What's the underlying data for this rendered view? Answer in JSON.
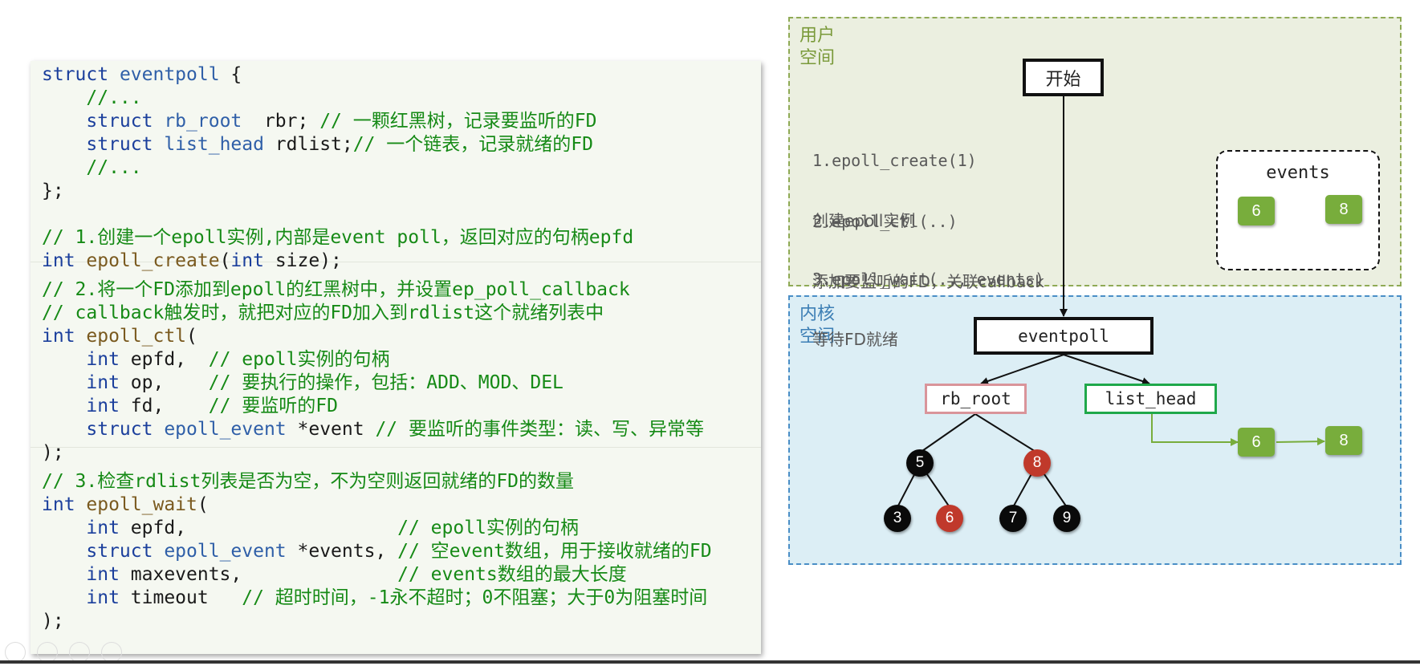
{
  "code_lines": [
    [
      {
        "t": "kw",
        "s": "struct "
      },
      {
        "t": "tp",
        "s": "eventpoll"
      },
      {
        "t": "pl",
        "s": " {"
      }
    ],
    [
      {
        "t": "cm",
        "s": "    //..."
      }
    ],
    [
      {
        "t": "kw",
        "s": "    struct "
      },
      {
        "t": "tp",
        "s": "rb_root"
      },
      {
        "t": "pl",
        "s": "  rbr; "
      },
      {
        "t": "cm",
        "s": "// 一颗红黑树，记录要监听的FD"
      }
    ],
    [
      {
        "t": "kw",
        "s": "    struct "
      },
      {
        "t": "tp",
        "s": "list_head"
      },
      {
        "t": "pl",
        "s": " rdlist;"
      },
      {
        "t": "cm",
        "s": "// 一个链表，记录就绪的FD"
      }
    ],
    [
      {
        "t": "cm",
        "s": "    //..."
      }
    ],
    [
      {
        "t": "pl",
        "s": "};"
      }
    ],
    [
      {
        "t": "pl",
        "s": ""
      }
    ],
    [
      {
        "t": "cm",
        "s": "// 1.创建一个epoll实例,内部是event poll，返回对应的句柄epfd"
      }
    ],
    [
      {
        "t": "kw",
        "s": "int "
      },
      {
        "t": "fn",
        "s": "epoll_create"
      },
      {
        "t": "pl",
        "s": "("
      },
      {
        "t": "kw",
        "s": "int"
      },
      {
        "t": "pl",
        "s": " size);"
      }
    ],
    [
      {
        "t": "cm",
        "s": "// 2.将一个FD添加到epoll的红黑树中，并设置ep_poll_callback"
      }
    ],
    [
      {
        "t": "cm",
        "s": "// callback触发时，就把对应的FD加入到rdlist这个就绪列表中"
      }
    ],
    [
      {
        "t": "kw",
        "s": "int "
      },
      {
        "t": "fn",
        "s": "epoll_ctl"
      },
      {
        "t": "pl",
        "s": "("
      }
    ],
    [
      {
        "t": "kw",
        "s": "    int"
      },
      {
        "t": "pl",
        "s": " epfd,  "
      },
      {
        "t": "cm",
        "s": "// epoll实例的句柄"
      }
    ],
    [
      {
        "t": "kw",
        "s": "    int"
      },
      {
        "t": "pl",
        "s": " op,    "
      },
      {
        "t": "cm",
        "s": "// 要执行的操作，包括：ADD、MOD、DEL"
      }
    ],
    [
      {
        "t": "kw",
        "s": "    int"
      },
      {
        "t": "pl",
        "s": " fd,    "
      },
      {
        "t": "cm",
        "s": "// 要监听的FD"
      }
    ],
    [
      {
        "t": "kw",
        "s": "    struct "
      },
      {
        "t": "tp",
        "s": "epoll_event"
      },
      {
        "t": "pl",
        "s": " *event "
      },
      {
        "t": "cm",
        "s": "// 要监听的事件类型：读、写、异常等"
      }
    ],
    [
      {
        "t": "pl",
        "s": ");"
      }
    ],
    [
      {
        "t": "cm",
        "s": "// 3.检查rdlist列表是否为空，不为空则返回就绪的FD的数量"
      }
    ],
    [
      {
        "t": "kw",
        "s": "int "
      },
      {
        "t": "fn",
        "s": "epoll_wait"
      },
      {
        "t": "pl",
        "s": "("
      }
    ],
    [
      {
        "t": "kw",
        "s": "    int"
      },
      {
        "t": "pl",
        "s": " epfd,                   "
      },
      {
        "t": "cm",
        "s": "// epoll实例的句柄"
      }
    ],
    [
      {
        "t": "kw",
        "s": "    struct "
      },
      {
        "t": "tp",
        "s": "epoll_event"
      },
      {
        "t": "pl",
        "s": " *events, "
      },
      {
        "t": "cm",
        "s": "// 空event数组，用于接收就绪的FD"
      }
    ],
    [
      {
        "t": "kw",
        "s": "    int"
      },
      {
        "t": "pl",
        "s": " maxevents,              "
      },
      {
        "t": "cm",
        "s": "// events数组的最大长度"
      }
    ],
    [
      {
        "t": "kw",
        "s": "    int"
      },
      {
        "t": "pl",
        "s": " timeout   "
      },
      {
        "t": "cm",
        "s": "// 超时时间，-1永不超时；0不阻塞；大于0为阻塞时间"
      }
    ],
    [
      {
        "t": "pl",
        "s": ");"
      }
    ]
  ],
  "diagram": {
    "user_space_label": "用户\n空间",
    "kernel_space_label": "内核\n空间",
    "start_label": "开始",
    "steps": [
      {
        "call": "1.epoll_create(1)",
        "desc": "创建epoll实例"
      },
      {
        "call": "2.epoll_ctl(..)",
        "desc": "添加要监听的FD，关联callback"
      },
      {
        "call": "3.epoll_wait(.., events)",
        "desc": "等待FD就绪"
      }
    ],
    "events_label": "events",
    "events_items": [
      "6",
      "8"
    ],
    "eventpoll_label": "eventpoll",
    "rb_root_label": "rb_root",
    "list_head_label": "list_head",
    "tree_nodes": [
      {
        "value": "5",
        "color": "black"
      },
      {
        "value": "8",
        "color": "red"
      },
      {
        "value": "3",
        "color": "black"
      },
      {
        "value": "6",
        "color": "red"
      },
      {
        "value": "7",
        "color": "black"
      },
      {
        "value": "9",
        "color": "black"
      }
    ],
    "list_items": [
      "6",
      "8"
    ],
    "colors": {
      "user_bg": "#ebefe0",
      "user_border": "#8faa55",
      "kernel_bg": "#dceef5",
      "kernel_border": "#4a8ec6",
      "chip": "#78ad3c",
      "node_red": "#c0392b",
      "node_black": "#0a0a0a",
      "rb_root_border": "#d9949a",
      "list_head_border": "#1fa84a"
    }
  }
}
